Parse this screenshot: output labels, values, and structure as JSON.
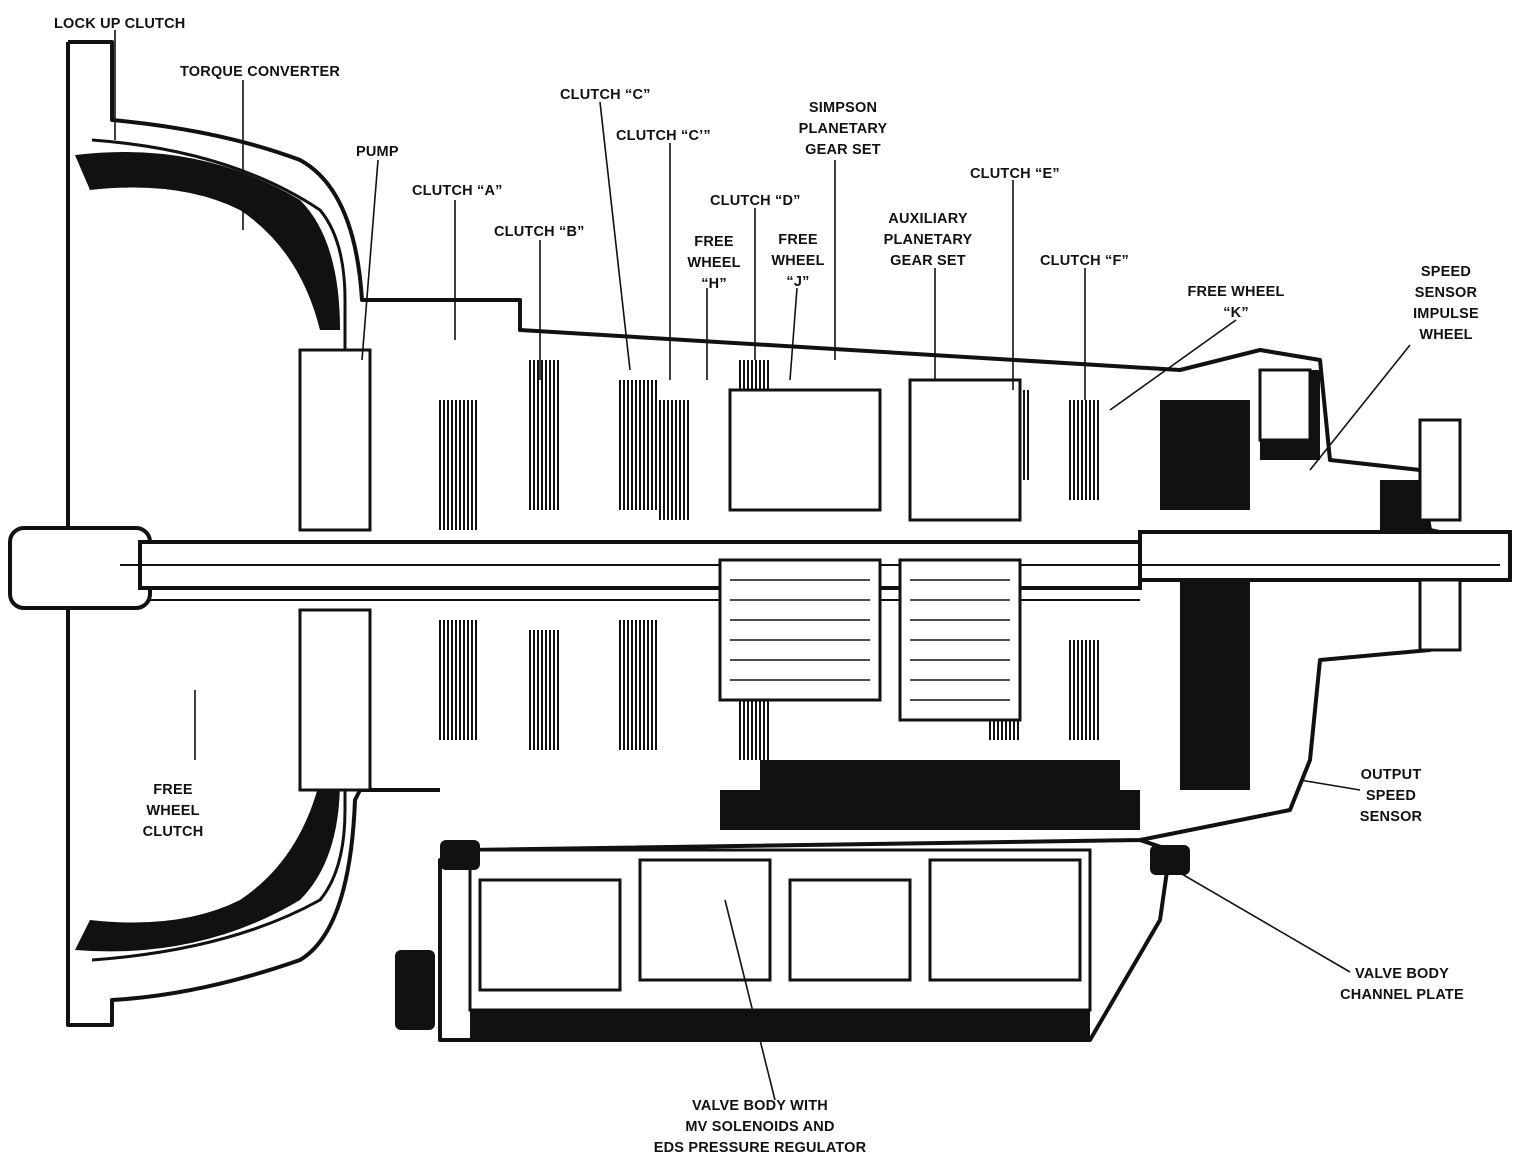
{
  "labels": {
    "lock_up_clutch": "LOCK UP CLUTCH",
    "torque_converter": "TORQUE CONVERTER",
    "pump": "PUMP",
    "clutch_a": "CLUTCH “A”",
    "clutch_b": "CLUTCH “B”",
    "clutch_c": "CLUTCH “C”",
    "clutch_c_prime": "CLUTCH “C’”",
    "simpson_planetary": [
      "SIMPSON",
      "PLANETARY",
      "GEAR SET"
    ],
    "clutch_d": "CLUTCH “D”",
    "free_wheel_h": [
      "FREE",
      "WHEEL",
      "“H”"
    ],
    "free_wheel_j": [
      "FREE",
      "WHEEL",
      "“J”"
    ],
    "auxiliary_planetary": [
      "AUXILIARY",
      "PLANETARY",
      "GEAR SET"
    ],
    "clutch_e": "CLUTCH “E”",
    "clutch_f": "CLUTCH “F”",
    "free_wheel_k": [
      "FREE WHEEL",
      "“K”"
    ],
    "speed_sensor_impulse_wheel": [
      "SPEED",
      "SENSOR",
      "IMPULSE",
      "WHEEL"
    ],
    "free_wheel_clutch": [
      "FREE",
      "WHEEL",
      "CLUTCH"
    ],
    "output_speed_sensor": [
      "OUTPUT",
      "SPEED",
      "SENSOR"
    ],
    "valve_body_channel_plate": [
      "VALVE BODY",
      "CHANNEL PLATE"
    ],
    "valve_body_solenoids": [
      "VALVE BODY WITH",
      "MV SOLENOIDS AND",
      "EDS PRESSURE REGULATOR"
    ]
  },
  "colors": {
    "ink": "#111111",
    "paper": "#ffffff"
  }
}
